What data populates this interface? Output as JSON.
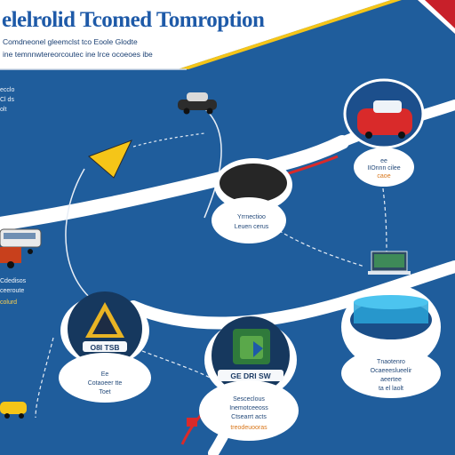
{
  "header": {
    "title": "elelrolid Tcomed Tomroption",
    "line1": "Comdneonel gleemclst tco Eoole Glodte",
    "line2": "ine temnnwtereorcoutec ine lrce ocoeoes ibe"
  },
  "left_notes": {
    "a": "ecclo",
    "b": "Cl ds",
    "c": "olt",
    "d": "Cdedisos",
    "e": "ceeroute",
    "f": "colurd"
  },
  "nodes": {
    "top_center": {
      "line1": "Yrrnectioo",
      "line2": "Leuen cerus"
    },
    "top_right": {
      "line1": "ee",
      "line2": "IIOnnn cilee",
      "line3": "caoe"
    },
    "left_center": {
      "badge": "O8I TSB",
      "line1": "Ee",
      "line2": "Cotaoeer tte",
      "line3": "Toet"
    },
    "bottom_center": {
      "badge": "GE DRI SW",
      "line1": "Sesceclous",
      "line2": "Inemotceeoss",
      "line3": "Ctsearrt acts",
      "line4": "treodeuooras"
    },
    "bottom_right": {
      "line1": "Tnaotenro",
      "line2": "Ocaeeeslueelir",
      "line3": "aeertee",
      "line4": "ta el laolt"
    }
  },
  "colors": {
    "background": "#1f5d9c",
    "path": "#ffffff",
    "title": "#1e5aa8",
    "accent_red": "#d92a2a",
    "accent_yellow": "#f5c518",
    "node_dark": "#16385e"
  }
}
